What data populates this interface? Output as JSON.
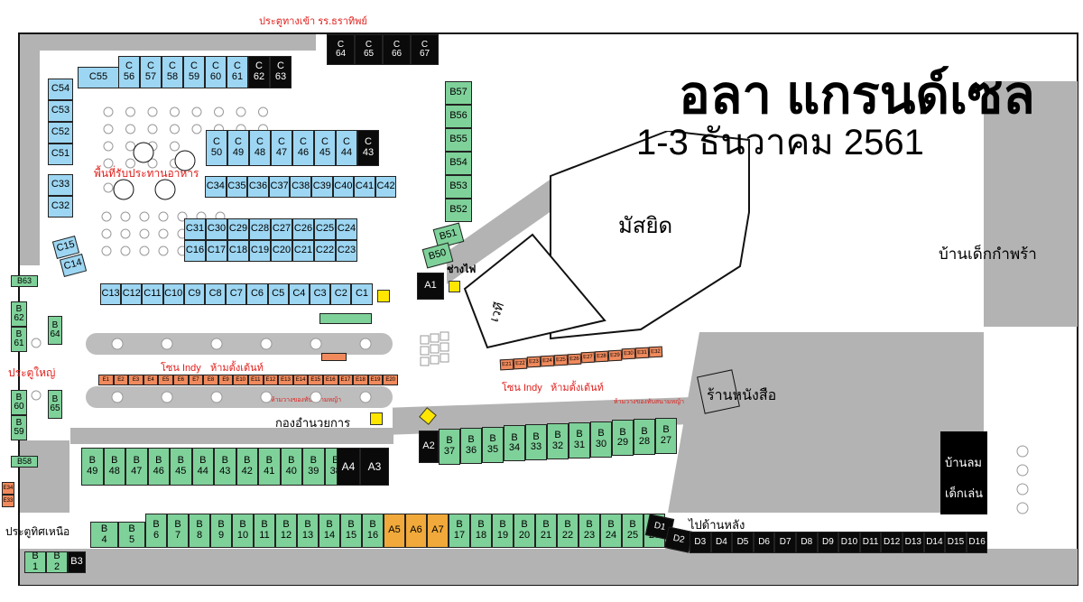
{
  "title": "อลา แกรนด์เซล",
  "date": "1-3 ธันวาคม 2561",
  "labels": {
    "entrance_top": "ประตูทางเข้า รร.ธราทิพย์",
    "main_gate": "ประตูใหญ่",
    "north_gate": "ประตูทิศเหนือ",
    "mosque": "มัสยิด",
    "stage": "เวที",
    "orphanage": "บ้านเด็กกำพร้า",
    "bookstore": "ร้านหนังสือ",
    "committee": "กองอำนวยการ",
    "food_area": "พื้นที่รับประทานอาหาร",
    "zone_indy_1": "โซน Indy",
    "no_tent_1": "ห้ามตั้งเต้นท์",
    "zone_indy_2": "โซน Indy",
    "no_tent_2": "ห้ามตั้งเต้นท์",
    "no_place_1": "ห้ามวางของทับสนามหญ้า",
    "no_place_2": "ห้ามวางของทับสนามหญ้า",
    "electric": "ช่างไฟ",
    "playground_1": "บ้านลม",
    "playground_2": "เด็กเล่น",
    "back_road": "ไปด้านหลัง"
  },
  "colors": {
    "blue": "#9dd6f2",
    "green": "#7fd19a",
    "black": "#0a0a0a",
    "orange": "#f08a5d",
    "gold": "#f0a93a",
    "yellow": "#ffe600",
    "road": "#b3b3b3",
    "red_text": "#e0201c"
  },
  "booths": {
    "c64_67": [
      "C\n64",
      "C\n65",
      "C\n66",
      "C\n67"
    ],
    "c56_63": [
      "C\n56",
      "C\n57",
      "C\n58",
      "C\n59",
      "C\n60",
      "C\n61",
      "C\n62",
      "C\n63"
    ],
    "c55": "C55",
    "c51_54": [
      "C54",
      "C53",
      "C52",
      "C51"
    ],
    "c32_33": [
      "C33",
      "C32"
    ],
    "c14_15": [
      "C15",
      "C14"
    ],
    "c50_43": [
      "C\n50",
      "C\n49",
      "C\n48",
      "C\n47",
      "C\n46",
      "C\n45",
      "C\n44",
      "C\n43"
    ],
    "c34_42": [
      "C34",
      "C35",
      "C36",
      "C37",
      "C38",
      "C39",
      "C40",
      "C41",
      "C42"
    ],
    "c31_24": [
      "C31",
      "C30",
      "C29",
      "C28",
      "C27",
      "C26",
      "C25",
      "C24"
    ],
    "c16_23": [
      "C16",
      "C17",
      "C18",
      "C19",
      "C20",
      "C21",
      "C22",
      "C23"
    ],
    "c13_1": [
      "C13",
      "C12",
      "C11",
      "C10",
      "C9",
      "C8",
      "C7",
      "C6",
      "C5",
      "C4",
      "C3",
      "C2",
      "C1"
    ],
    "e1_20": [
      "E1",
      "E2",
      "E3",
      "E4",
      "E5",
      "E6",
      "E7",
      "E8",
      "E9",
      "E10",
      "E11",
      "E12",
      "E13",
      "E14",
      "E15",
      "E16",
      "E17",
      "E18",
      "E19",
      "E20"
    ],
    "e21_32": [
      "E21",
      "E22",
      "E23",
      "E24",
      "E25",
      "E26",
      "E27",
      "E28",
      "E29",
      "E30",
      "E31",
      "E32"
    ],
    "b57_52": [
      "B57",
      "B56",
      "B55",
      "B54",
      "B53",
      "B52"
    ],
    "b50_51": [
      "B51",
      "B50"
    ],
    "a1": "A1",
    "a2": "A2",
    "b37_27": [
      "B\n37",
      "B\n36",
      "B\n35",
      "B\n34",
      "B\n33",
      "B\n32",
      "B\n31",
      "B\n30",
      "B\n29",
      "B\n28",
      "B\n27"
    ],
    "b49_38": [
      "B\n49",
      "B\n48",
      "B\n47",
      "B\n46",
      "B\n45",
      "B\n44",
      "B\n43",
      "B\n42",
      "B\n41",
      "B\n40",
      "B\n39",
      "B\n38"
    ],
    "a3_4": [
      "A4",
      "A3"
    ],
    "b_bottom": [
      "B\n4",
      "B\n5",
      "B\n6",
      "B\n7",
      "B\n8",
      "B\n9",
      "B\n10",
      "B\n11",
      "B\n12",
      "B\n13",
      "B\n14",
      "B\n15",
      "B\n16",
      "A5",
      "A6",
      "A7",
      "B\n17",
      "B\n18",
      "B\n19",
      "B\n20",
      "B\n21",
      "B\n22",
      "B\n23",
      "B\n24",
      "B\n25",
      "B\n26"
    ],
    "b1_2": [
      "B\n1",
      "B\n2"
    ],
    "b3": "B3",
    "d1": "D1",
    "d2": "D2",
    "d3_16": [
      "D3",
      "D4",
      "D5",
      "D6",
      "D7",
      "D8",
      "D9",
      "D10",
      "D11",
      "D12",
      "D13",
      "D14",
      "D15",
      "D16"
    ],
    "b63": "B63",
    "b62_61": [
      "B\n62",
      "B\n61"
    ],
    "b64": "B\n64",
    "b60_59": [
      "B\n60",
      "B\n59"
    ],
    "b65": "B\n65",
    "b58": "B58",
    "e33_34": [
      "E34",
      "E33"
    ]
  }
}
